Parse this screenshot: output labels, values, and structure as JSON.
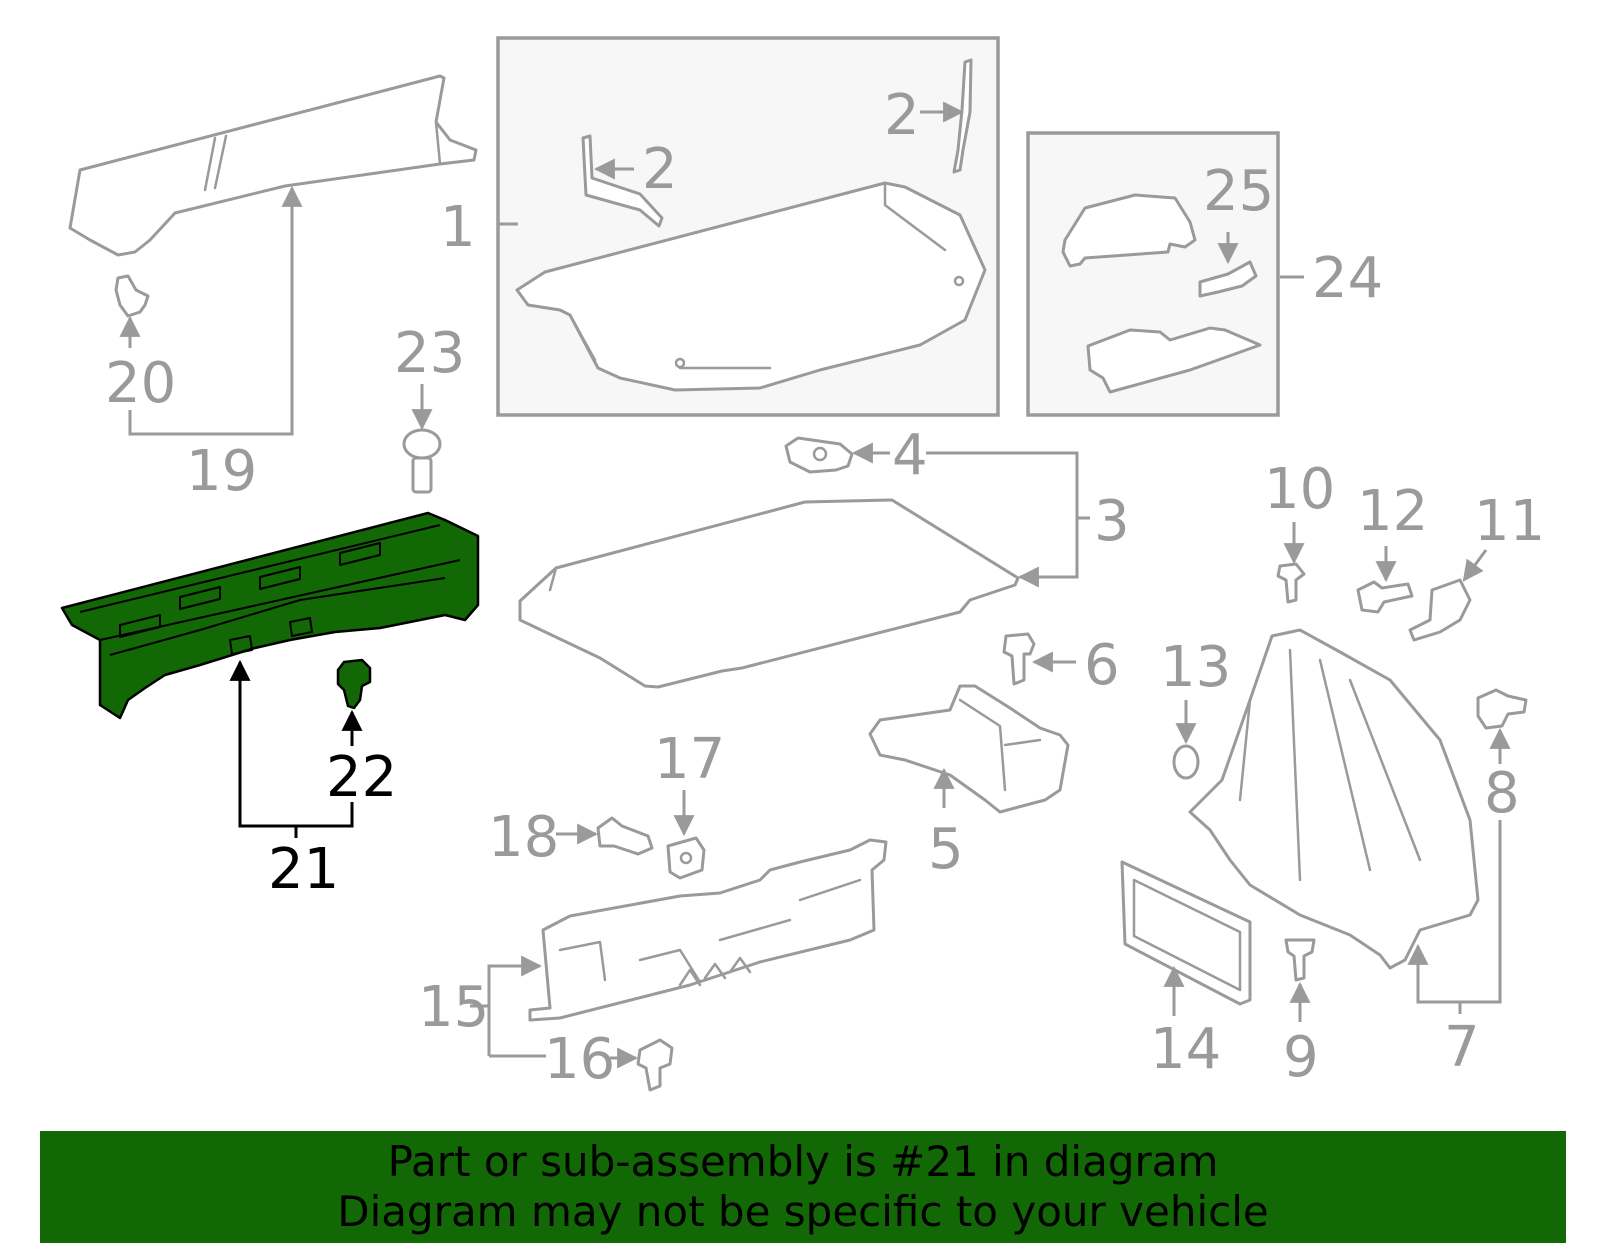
{
  "colors": {
    "highlight": "#136806",
    "line": "#9a9a9a",
    "banner": "#136806",
    "active_text": "#000000"
  },
  "highlighted_part": "21",
  "callouts": {
    "c1": "1",
    "c2a": "2",
    "c2b": "2",
    "c3": "3",
    "c4": "4",
    "c5": "5",
    "c6": "6",
    "c7": "7",
    "c8": "8",
    "c9": "9",
    "c10": "10",
    "c11": "11",
    "c12": "12",
    "c13": "13",
    "c14": "14",
    "c15": "15",
    "c16": "16",
    "c17": "17",
    "c18": "18",
    "c19": "19",
    "c20": "20",
    "c21": "21",
    "c22": "22",
    "c23": "23",
    "c24": "24",
    "c25": "25"
  },
  "footer": {
    "line1": "Part or sub-assembly is #21 in diagram",
    "line2": "Diagram may not be specific to your vehicle"
  }
}
